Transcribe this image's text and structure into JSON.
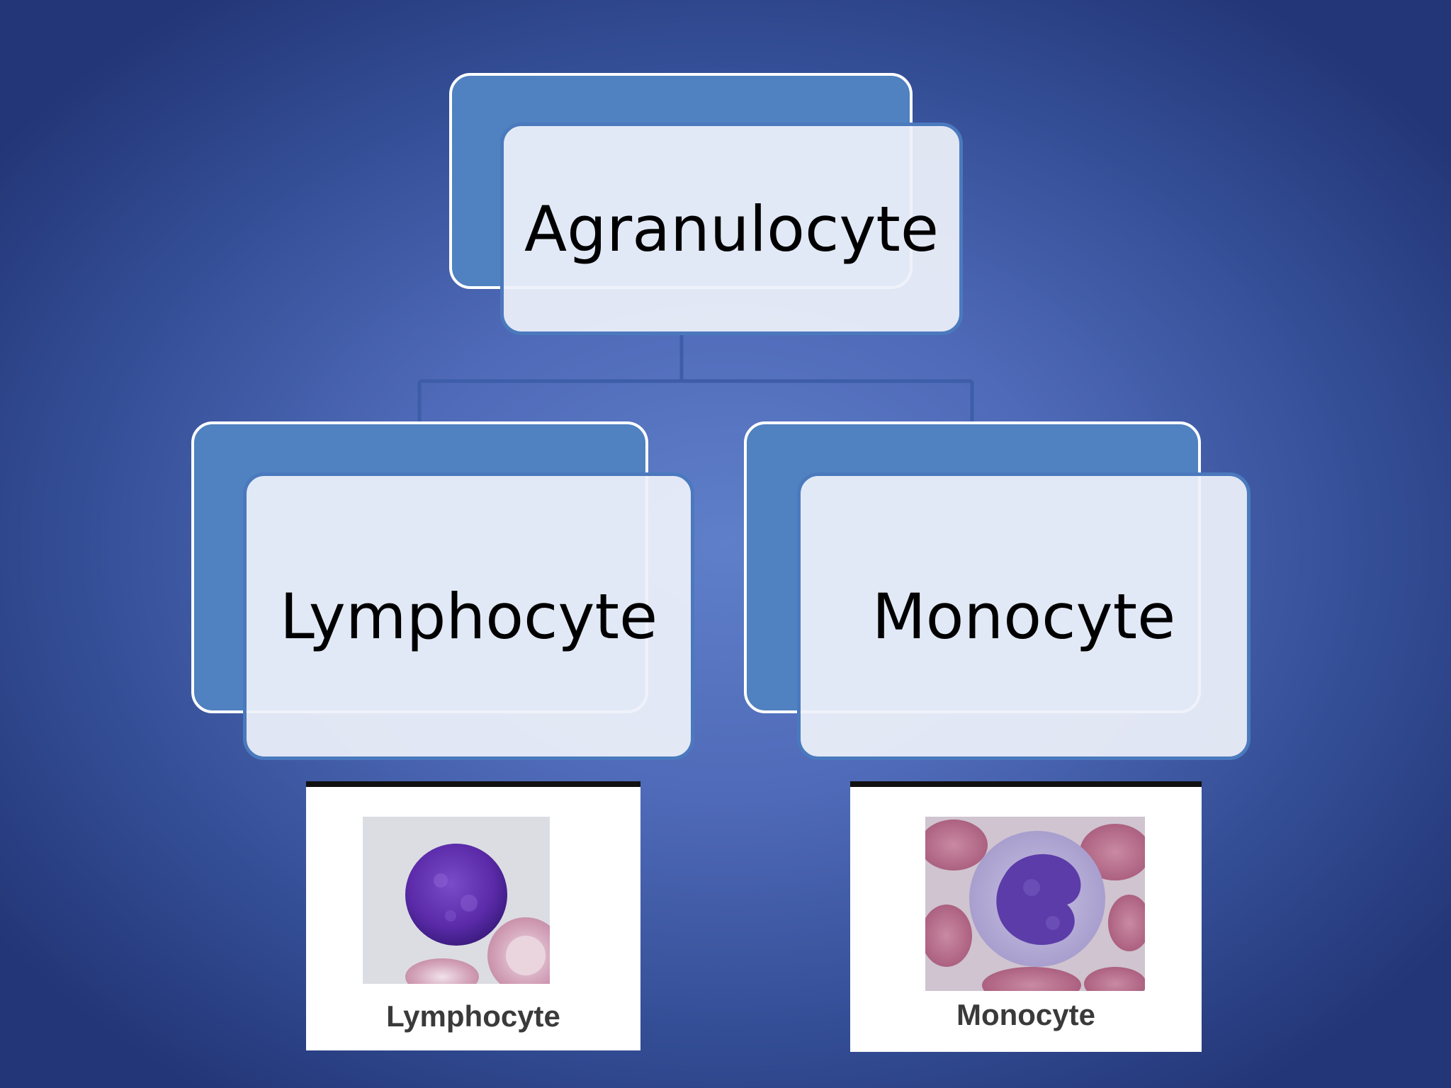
{
  "diagram": {
    "root": {
      "label": "Agranulocyte"
    },
    "children": [
      {
        "label": "Lymphocyte",
        "photo_caption": "Lymphocyte"
      },
      {
        "label": "Monocyte",
        "photo_caption": "Monocyte"
      }
    ]
  },
  "colors": {
    "background_center": "#5f7fca",
    "background_edge": "#233677",
    "back_box": "#5081c0",
    "front_box": "#eef1fa",
    "box_border": "#4b79bd",
    "connector": "#3d5da8",
    "cell_nucleus_lymphocyte": "#5a2aa8",
    "cell_nucleus_monocyte": "#5b3ca8",
    "red_blood_cell": "#b36a86"
  }
}
